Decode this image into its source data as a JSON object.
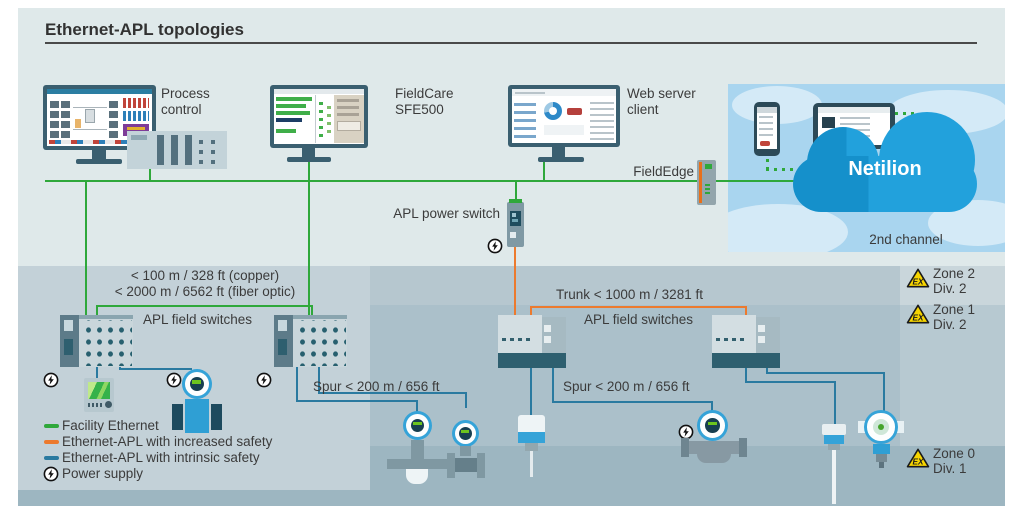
{
  "title": "Ethernet-APL topologies",
  "stations": {
    "process_control": "Process\ncontrol",
    "fieldcare": "FieldCare\nSFE500",
    "web_server": "Web server\nclient"
  },
  "labels": {
    "fieldedge": "FieldEdge",
    "apl_power_switch": "APL power switch",
    "copper": "< 100 m / 328 ft (copper)",
    "fiber": "< 2000 m / 6562 ft (fiber optic)",
    "field_switches_left": "APL field switches",
    "field_switches_right": "APL field switches",
    "trunk": "Trunk < 1000 m / 3281 ft",
    "spur_left": "Spur < 200 m / 656 ft",
    "spur_right": "Spur < 200 m / 656 ft"
  },
  "cloud": {
    "name": "Netilion",
    "channel": "2nd channel"
  },
  "legend": {
    "items": [
      {
        "label": "Facility Ethernet",
        "color": "#2fa83b",
        "type": "line"
      },
      {
        "label": "Ethernet-APL with increased safety",
        "color": "#ec7a2e",
        "type": "line"
      },
      {
        "label": "Ethernet-APL with intrinsic safety",
        "color": "#2a7aa0",
        "type": "line"
      },
      {
        "label": "Power supply",
        "type": "power-icon"
      }
    ]
  },
  "zones": [
    {
      "name": "Zone 2",
      "division": "Div. 2"
    },
    {
      "name": "Zone 1",
      "division": "Div. 2"
    },
    {
      "name": "Zone 0",
      "division": "Div. 1"
    }
  ],
  "ex_mark": "EX",
  "icons": {
    "power_supply": "circle-lightning-bolt",
    "hazard": "ex-warning-triangle"
  },
  "colors": {
    "facility_ethernet": "#2fa83b",
    "increased_safety": "#ec7a2e",
    "intrinsic_safety": "#2a7aa0",
    "background": "#dfe9ea",
    "zone2_band": "#c9d6db",
    "zone1_band": "#b7c9d1",
    "zone0_band": "#9db6c1",
    "hazard_panel": "#abc0ca",
    "sky": "#a9d5ef",
    "cloud": "#1e9cd8",
    "warning_yellow": "#f7d500"
  }
}
